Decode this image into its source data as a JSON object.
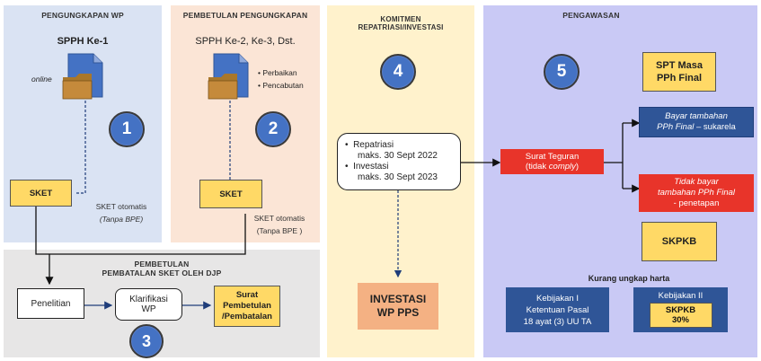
{
  "panel1": {
    "title": "PENGUNGKAPAN WP",
    "subtitle": "SPPH Ke-1",
    "online_label": "online",
    "step": "1",
    "doc_label": "SKET",
    "note_line1": "SKET otomatis",
    "note_line2": "(Tanpa BPE)"
  },
  "panel2": {
    "title": "PEMBETULAN PENGUNGKAPAN",
    "subtitle": "SPPH Ke-2, Ke-3, Dst.",
    "bullet1": "Perbaikan",
    "bullet2": "Pencabutan",
    "step": "2",
    "doc_label": "SKET",
    "note_line1": "SKET otomatis",
    "note_line2": "(Tanpa BPE )"
  },
  "panel3": {
    "title_line1": "PEMBETULAN",
    "title_line2": "PEMBATALAN SKET OLEH DJP",
    "penelitian": "Penelitian",
    "klarifikasi_line1": "Klarifikasi",
    "klarifikasi_line2": "WP",
    "surat_line1": "Surat",
    "surat_line2": "Pembetulan",
    "surat_line3": "/Pembatalan",
    "step": "3"
  },
  "panel4": {
    "title_line1": "KOMITMEN",
    "title_line2": "REPATRIASI/INVESTASI",
    "step": "4",
    "item1_line1": "Repatriasi",
    "item1_line2": "maks. 30 Sept 2022",
    "item2_line1": "Investasi",
    "item2_line2": "maks. 30 Sept 2023",
    "investasi_line1": "INVESTASI",
    "investasi_line2": "WP PPS"
  },
  "panel5": {
    "title": "PENGAWASAN",
    "step": "5",
    "spt_line1": "SPT Masa",
    "spt_line2": "PPh Final",
    "teguran_line1": "Surat Teguran",
    "teguran_line2a": "(tidak ",
    "teguran_line2b": "comply",
    "teguran_line2c": ")",
    "bayar_line1": "Bayar tambahan",
    "bayar_line2a": "PPh Final",
    "bayar_line2b": " – sukarela",
    "tidak_line1": "Tidak bayar",
    "tidak_line2": "tambahan PPh Final",
    "tidak_line3": "-  penetapan",
    "skpkb": "SKPKB",
    "kurang": "Kurang ungkap harta",
    "kebijakan1_line1": "Kebijakan I",
    "kebijakan1_line2": "Ketentuan Pasal",
    "kebijakan1_line3": "18 ayat (3) UU TA",
    "kebijakan2_line1": "Kebijakan II",
    "kebijakan2_skpkb": "SKPKB",
    "kebijakan2_pct": "30%"
  },
  "colors": {
    "panel1_bg": "#dae3f3",
    "panel2_bg": "#fbe5d6",
    "panel3_bg": "#e7e6e6",
    "panel4_bg": "#fff2cc",
    "panel5_bg": "#c9c9f5",
    "circle": "#4472c4",
    "doc": "#ffd966",
    "navy_box": "#2f5597",
    "red_box": "#e8342a",
    "investasi_box": "#f4b183"
  }
}
